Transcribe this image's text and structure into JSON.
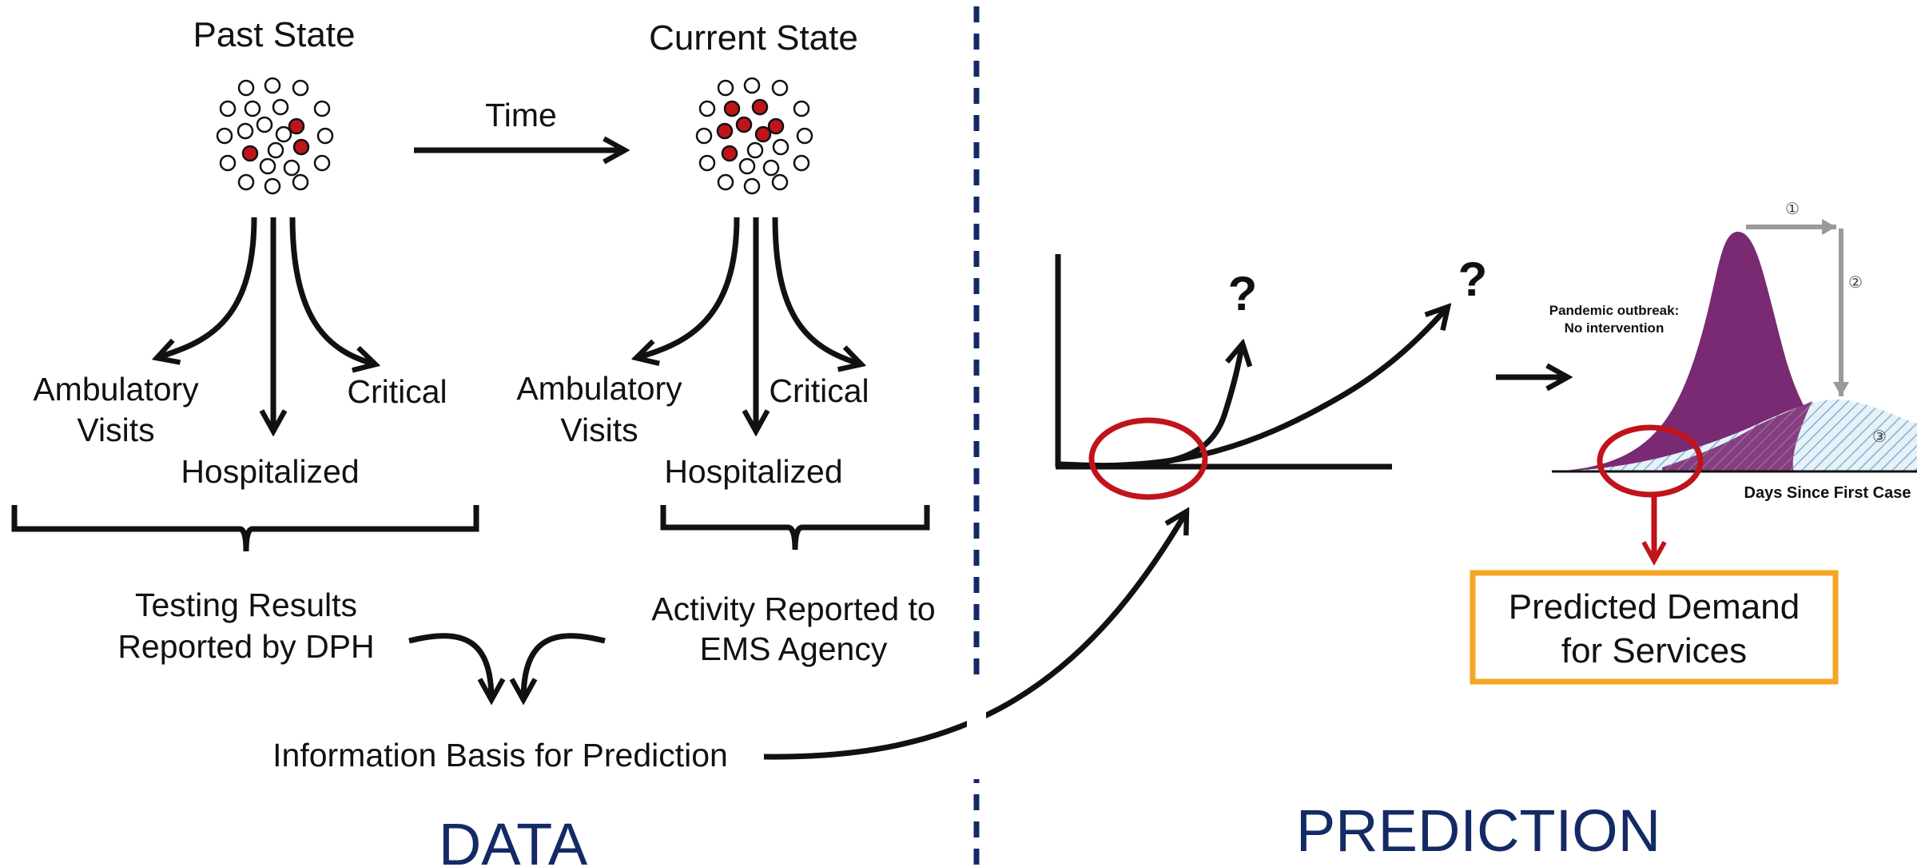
{
  "colors": {
    "ink": "#111111",
    "navy": "#142a66",
    "red_dot": "#c0141a",
    "red_circle": "#c0141a",
    "purple": "#7a2a72",
    "hatch": "#7fb3d5",
    "orange": "#f5a623",
    "gray_arrow": "#9a9a9a"
  },
  "data_side": {
    "past_state": "Past State",
    "current_state": "Current State",
    "time": "Time",
    "past_outcomes": {
      "ambulatory_line1": "Ambulatory",
      "ambulatory_line2": "Visits",
      "critical": "Critical",
      "hospitalized": "Hospitalized"
    },
    "current_outcomes": {
      "ambulatory_line1": "Ambulatory",
      "ambulatory_line2": "Visits",
      "critical": "Critical",
      "hospitalized": "Hospitalized"
    },
    "testing_line1": "Testing Results",
    "testing_line2": "Reported by DPH",
    "activity_line1": "Activity Reported to",
    "activity_line2": "EMS Agency",
    "info_basis": "Information Basis for Prediction",
    "section_label": "DATA"
  },
  "prediction_side": {
    "question_mark_1": "?",
    "question_mark_2": "?",
    "curve_label_line1": "Pandemic outbreak:",
    "curve_label_line2": "No intervention",
    "marker_1": "①",
    "marker_2": "②",
    "marker_3": "③",
    "x_axis_label": "Days Since First Case",
    "demand_line1": "Predicted Demand",
    "demand_line2": "for Services",
    "section_label": "PREDICTION"
  },
  "icons": {
    "past_population": "population-dots-icon",
    "current_population": "population-dots-icon"
  }
}
